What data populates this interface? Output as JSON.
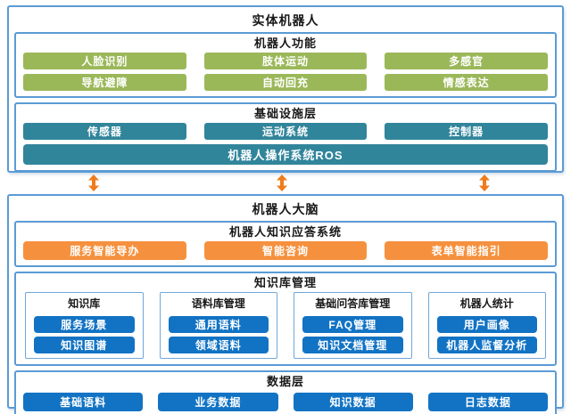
{
  "colors": {
    "border_blue": "#5B9BD5",
    "green": "#9BB859",
    "teal": "#31859B",
    "orange": "#F5913E",
    "blue": "#1273C4",
    "arrow_orange": "#EE7C1E"
  },
  "physical_robot": {
    "title": "实体机器人",
    "functions": {
      "title": "机器人功能",
      "items": [
        "人脸识别",
        "肢体运动",
        "多感官",
        "导航避障",
        "自动回充",
        "情感表达"
      ]
    },
    "infrastructure": {
      "title": "基础设施层",
      "items": [
        "传感器",
        "运动系统",
        "控制器"
      ],
      "os_bar": "机器人操作系统ROS"
    }
  },
  "robot_brain": {
    "title": "机器人大脑",
    "qa_system": {
      "title": "机器人知识应答系统",
      "items": [
        "服务智能导办",
        "智能咨询",
        "表单智能指引"
      ]
    },
    "kb_management": {
      "title": "知识库管理",
      "columns": [
        {
          "title": "知识库",
          "items": [
            "服务场景",
            "知识图谱"
          ]
        },
        {
          "title": "语料库管理",
          "items": [
            "通用语料",
            "领域语料"
          ]
        },
        {
          "title": "基础问答库管理",
          "items": [
            "FAQ管理",
            "知识文档管理"
          ]
        },
        {
          "title": "机器人统计",
          "items": [
            "用户画像",
            "机器人监督分析"
          ]
        }
      ]
    },
    "data_layer": {
      "title": "数据层",
      "items": [
        "基础语料",
        "业务数据",
        "知识数据",
        "日志数据"
      ]
    }
  }
}
